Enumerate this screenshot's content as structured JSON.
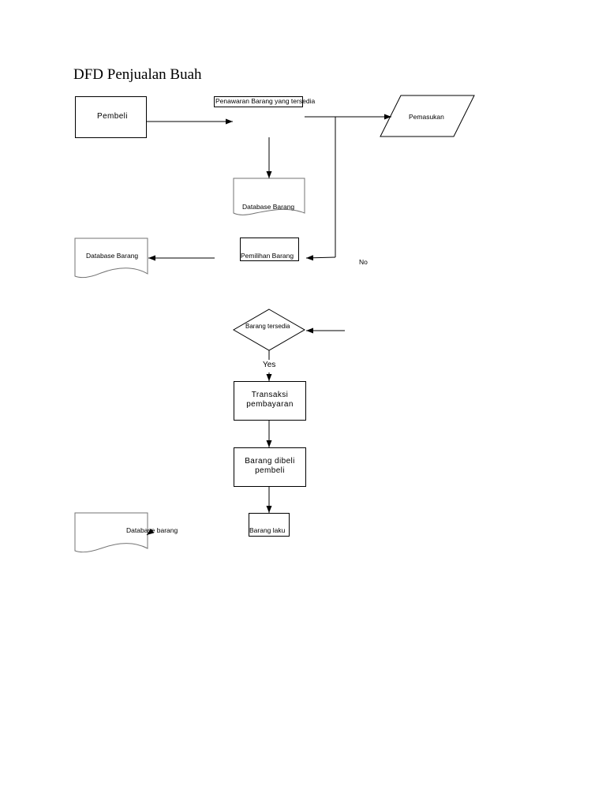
{
  "title": "DFD Penjualan Buah",
  "nodes": {
    "pembeli": "Pembeli",
    "penawaran": "Penawaran Barang yang tersedia",
    "pemasukan": "Pemasukan",
    "database_barang_1": "Database Barang",
    "database_barang_2": "Database Barang",
    "pemilihan_barang": "Pemilihan Barang",
    "no_label": "No",
    "barang_tersedia": "Barang tersedia",
    "yes_label": "Yes",
    "transaksi_line1": "Transaksi",
    "transaksi_line2": "pembayaran",
    "barang_dibeli_line1": "Barang dibeli",
    "barang_dibeli_line2": "pembeli",
    "database_barang_3": "Database barang",
    "barang_laku": "Barang laku"
  },
  "colors": {
    "stroke": "#000000",
    "background": "#ffffff"
  }
}
